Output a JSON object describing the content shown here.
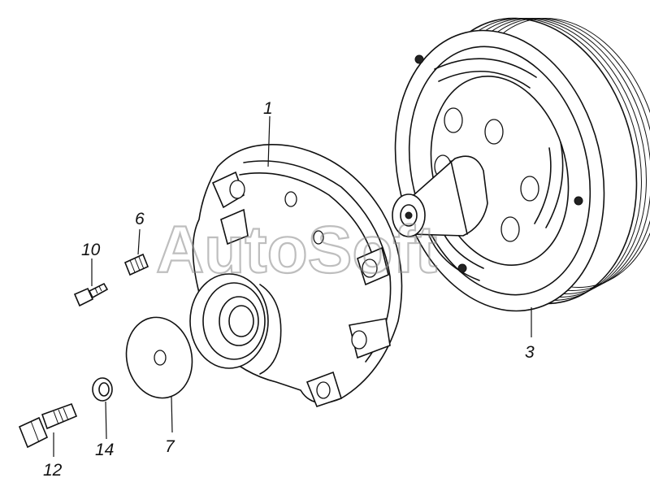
{
  "watermark": "AutoSoft",
  "callouts": [
    {
      "id": "1",
      "label": "1"
    },
    {
      "id": "3",
      "label": "3"
    },
    {
      "id": "6",
      "label": "6"
    },
    {
      "id": "7",
      "label": "7"
    },
    {
      "id": "10",
      "label": "10"
    },
    {
      "id": "12",
      "label": "12"
    },
    {
      "id": "14",
      "label": "14"
    }
  ]
}
